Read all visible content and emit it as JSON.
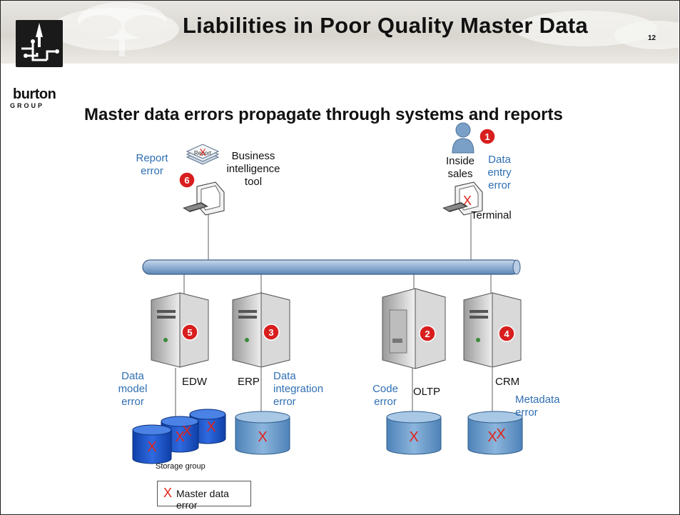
{
  "slide": {
    "title": "Liabilities in Poor Quality Master Data",
    "page_number": "12",
    "subtitle": "Master data errors propagate through systems and reports"
  },
  "logo": {
    "name": "burton",
    "sub": "GROUP"
  },
  "labels": {
    "report_error": [
      "Report",
      "error"
    ],
    "bi_tool": [
      "Business",
      "intelligence",
      "tool"
    ],
    "inside_sales": [
      "Inside",
      "sales"
    ],
    "data_entry_error": [
      "Data",
      "entry",
      "error"
    ],
    "terminal": "Terminal",
    "report_doc": "Report",
    "data_model_error": [
      "Data",
      "model",
      "error"
    ],
    "edw": "EDW",
    "erp": "ERP",
    "data_integration_error": [
      "Data",
      "integration",
      "error"
    ],
    "code_error": [
      "Code",
      "error"
    ],
    "oltp": "OLTP",
    "crm": "CRM",
    "metadata_error": [
      "Metadata",
      "error"
    ],
    "storage_group": "Storage group"
  },
  "badges": [
    "1",
    "2",
    "3",
    "4",
    "5",
    "6"
  ],
  "error_mark": "X",
  "legend": {
    "mark": "X",
    "text": "Master data error"
  },
  "colors": {
    "error_red": "#e0221a",
    "badge_red": "#d81e1e",
    "label_blue": "#2f6fb3",
    "bus_blue": "#9cb7d6",
    "db_light": "#6d9cc8",
    "db_dark": "#1f53c8",
    "server_gray": "#cfcfcf"
  },
  "icons": [
    "user-icon",
    "computer-icon",
    "keyboard-icon",
    "report-stack-icon",
    "server-icon",
    "database-icon",
    "network-bus"
  ]
}
